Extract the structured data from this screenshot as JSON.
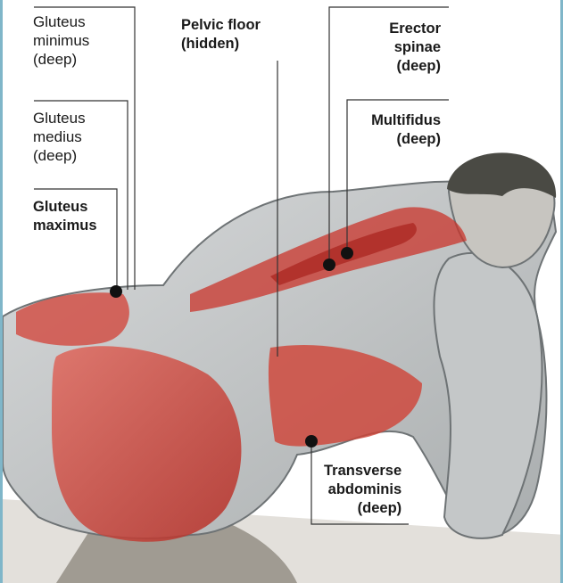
{
  "labels": {
    "gluteus_minimus": "Gluteus\nminimus\n(deep)",
    "gluteus_medius": "Gluteus\nmedius\n(deep)",
    "gluteus_maximus": "Gluteus\nmaximus",
    "pelvic_floor": "Pelvic floor\n(hidden)",
    "erector_spinae": "Erector\nspinae\n(deep)",
    "multifidus": "Multifidus\n(deep)",
    "transverse_abdominis": "Transverse\nabdominis\n(deep)"
  },
  "colors": {
    "frame": "#7fb6c9",
    "leader_line": "#333333",
    "muscle": "#c9342b",
    "body": "#b9bcbd",
    "skin_outline": "#6e7375",
    "hair": "#4a4a44"
  }
}
